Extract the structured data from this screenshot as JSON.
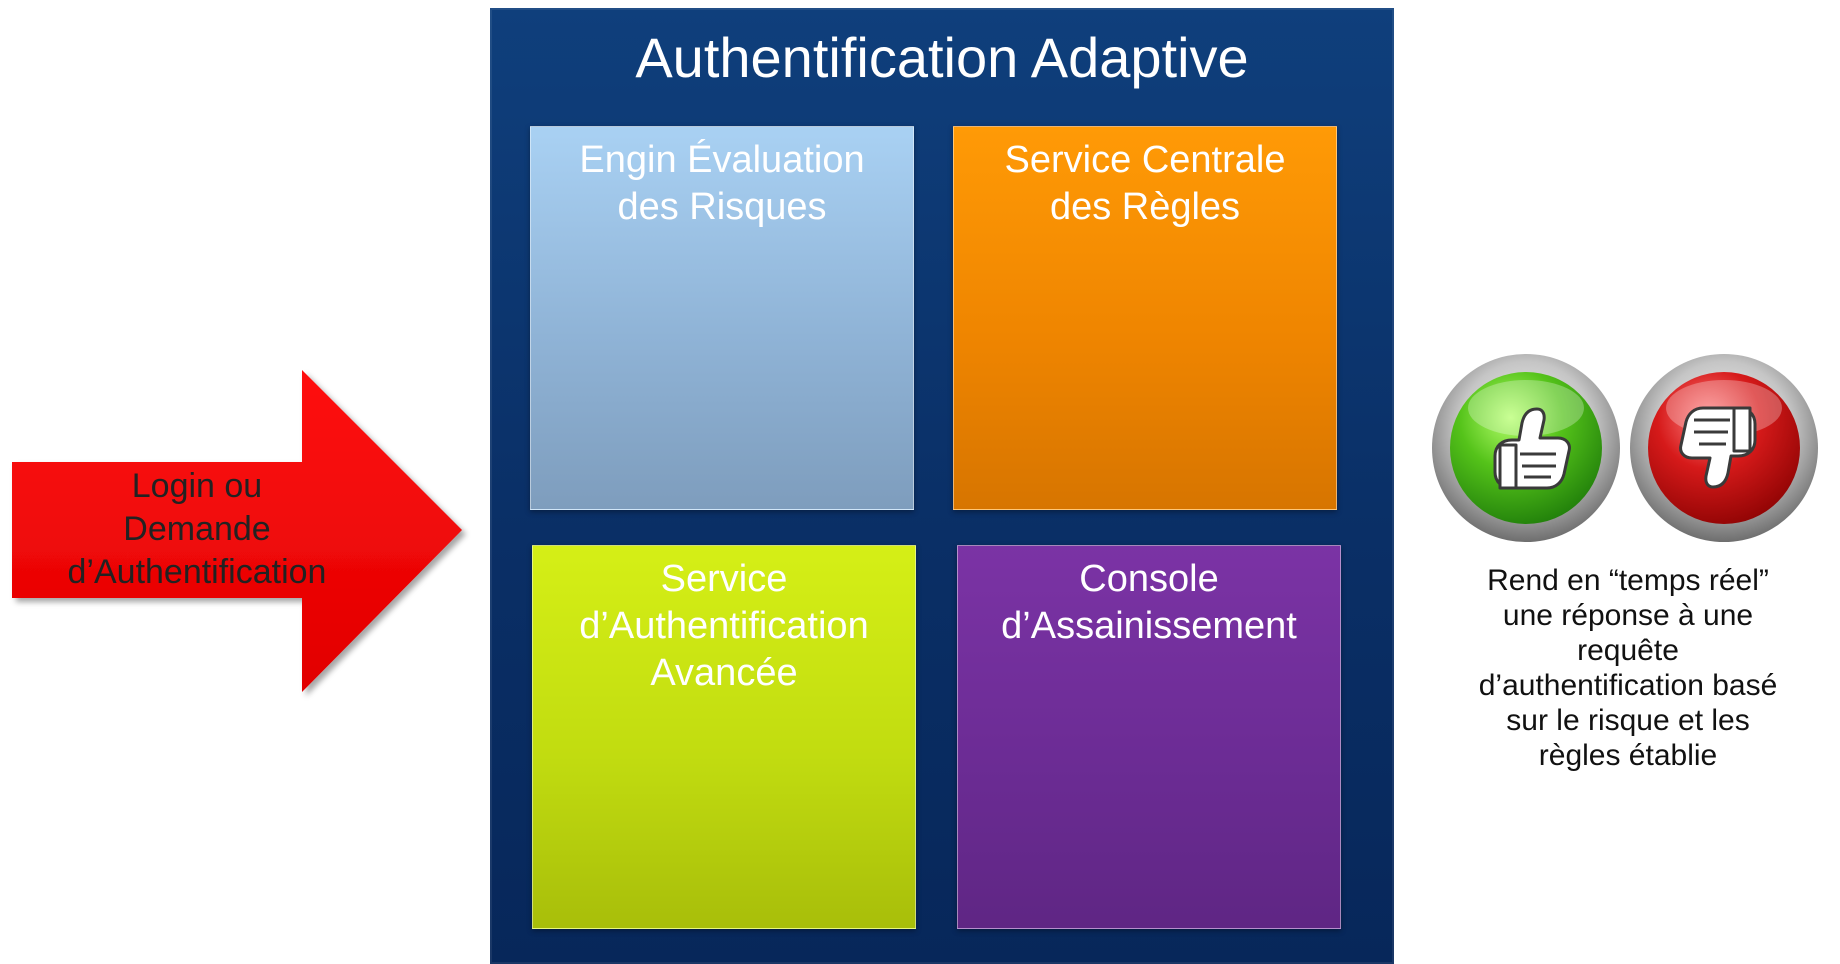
{
  "input_arrow": {
    "label_lines": [
      "Login ou",
      "Demande",
      "d’Authentification"
    ],
    "color": "#ff0000"
  },
  "main_panel": {
    "title": "Authentification Adaptive",
    "background": "#0a2f66",
    "tiles": [
      {
        "label_lines": [
          "Engin Évaluation",
          "des Risques"
        ],
        "color": "#a9d1f3"
      },
      {
        "label_lines": [
          "Service Centrale",
          "des Règles"
        ],
        "color": "#ff9a06"
      },
      {
        "label_lines": [
          "Service",
          "d’Authentification",
          "Avancée"
        ],
        "color": "#d5ef16"
      },
      {
        "label_lines": [
          "Console",
          "d’Assainissement"
        ],
        "color": "#7b33a5"
      }
    ]
  },
  "result": {
    "icons": [
      "thumbs-up-icon",
      "thumbs-down-icon"
    ],
    "text_lines": [
      "Rend en “temps réel”",
      "une réponse à une",
      "requête",
      "d’authentification basé",
      "sur le risque et les",
      "règles établie"
    ]
  }
}
